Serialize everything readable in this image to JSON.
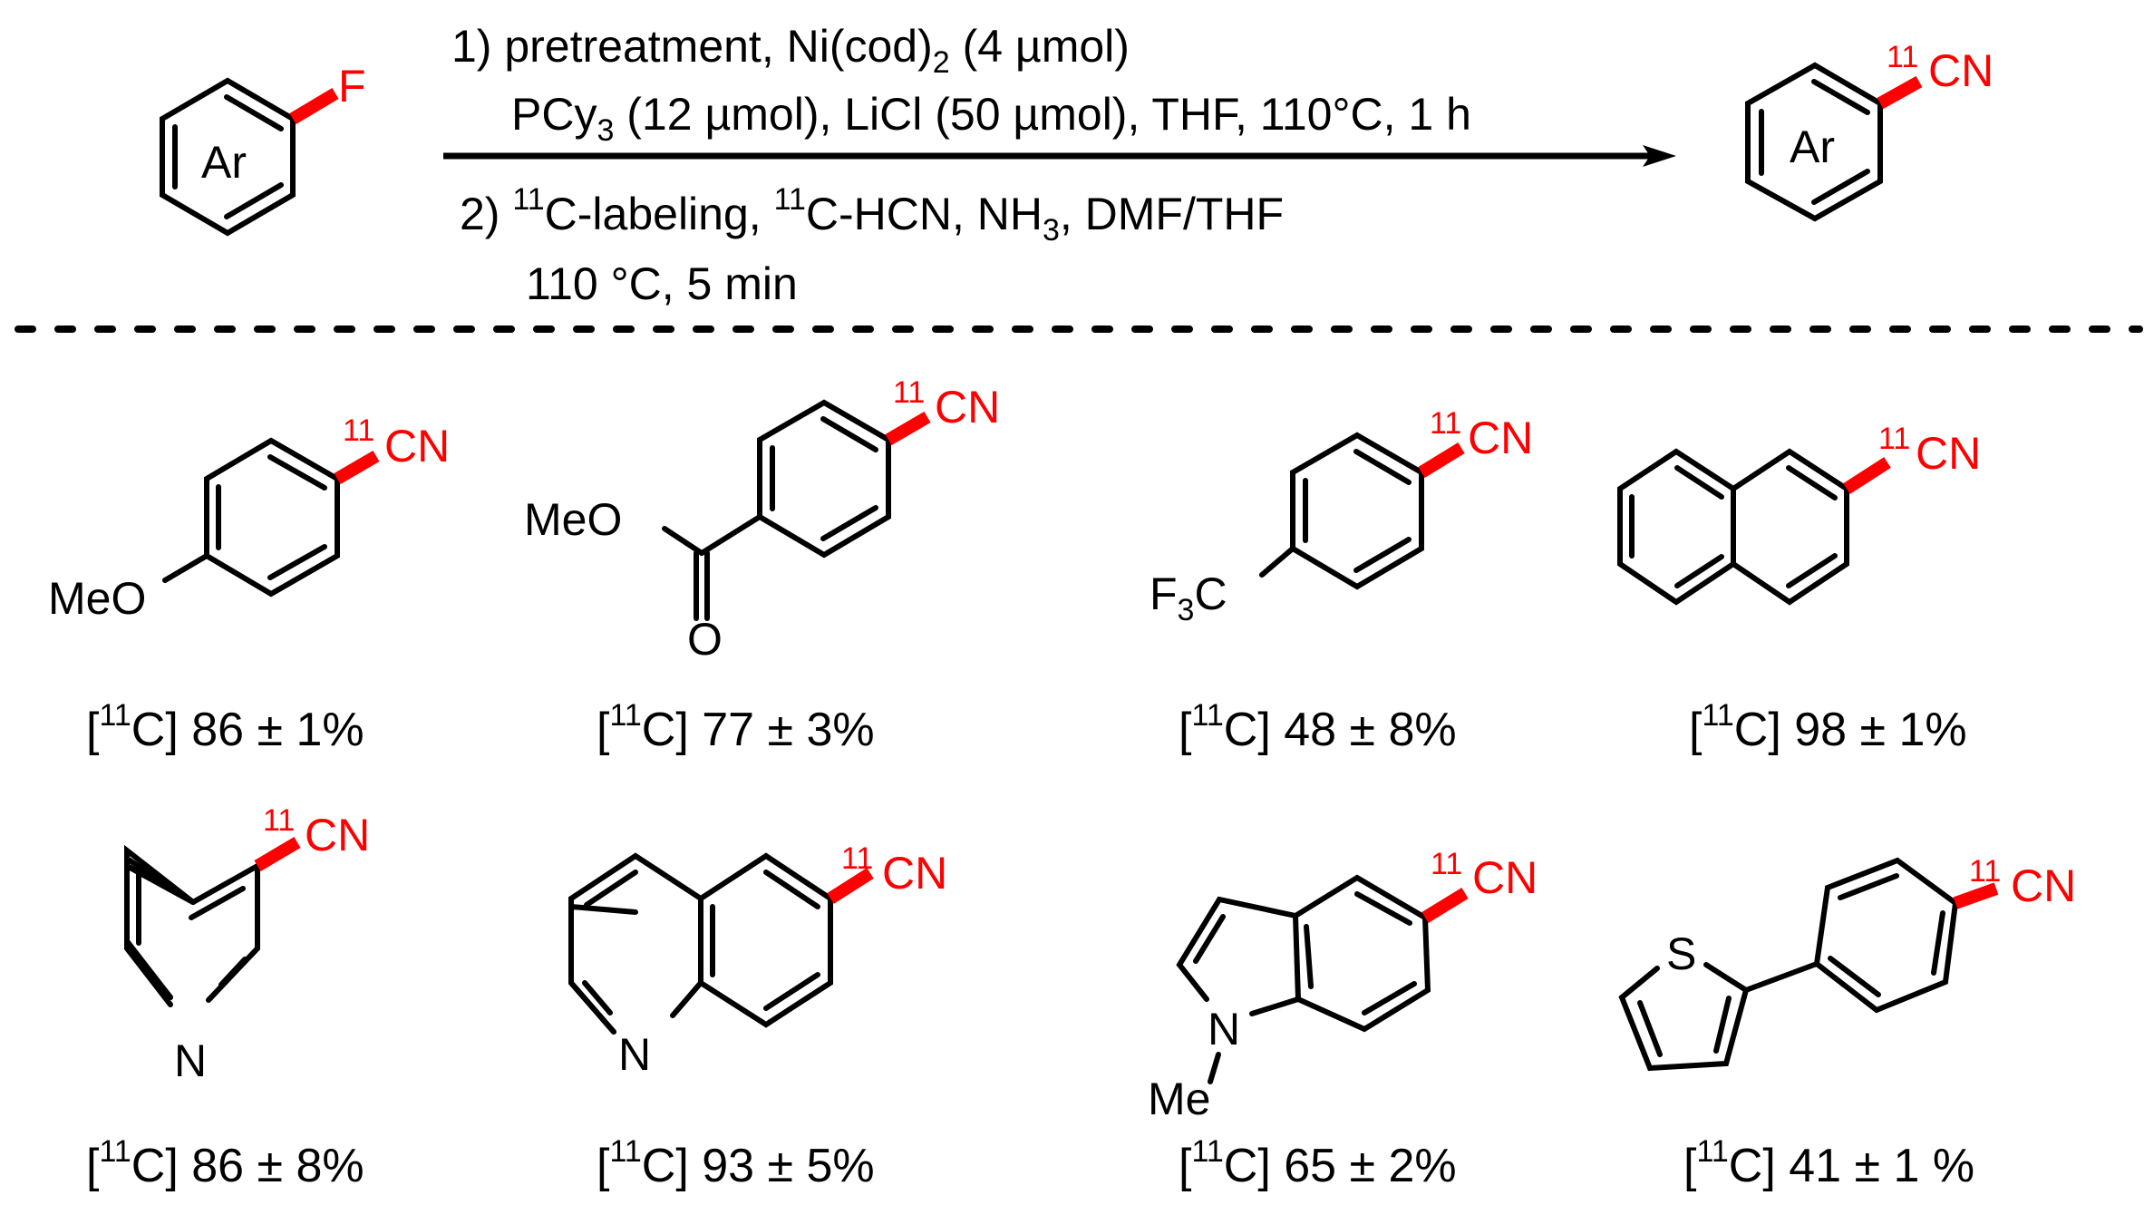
{
  "scheme": {
    "reactant": {
      "ring_label": "Ar",
      "leaving_group": "F"
    },
    "conditions": {
      "step1_line1": {
        "prefix": "1) pretreatment, Ni(cod)",
        "sub": "2",
        "suffix": " (4 µmol)"
      },
      "step1_line2": {
        "prefix": "PCy",
        "sub": "3",
        "suffix": " (12 µmol), LiCl (50 µmol), THF,  110°C,  1 h"
      },
      "step2_line1": {
        "prefix": "2) ",
        "sup1": "11",
        "mid1": "C-labeling, ",
        "sup2": "11",
        "mid2": "C-HCN, NH",
        "sub": "3",
        "suffix": ", DMF/THF"
      },
      "step2_line2": "110 °C, 5 min"
    },
    "product": {
      "ring_label": "Ar",
      "label_sup": "11",
      "label_group": "CN"
    },
    "colors": {
      "label": "#ff0000",
      "bonds": "#000000"
    }
  },
  "substrates": [
    {
      "id": "4-methoxybenzonitrile",
      "substituent": "MeO",
      "nitrile_sup": "11",
      "nitrile": "CN",
      "yield_sup": "11",
      "yield_el": "C",
      "yield_value": "86 ± 1%"
    },
    {
      "id": "methyl-4-cyanobenzoate",
      "substituent": "MeO",
      "carbonyl_O": "O",
      "nitrile_sup": "11",
      "nitrile": "CN",
      "yield_sup": "11",
      "yield_el": "C",
      "yield_value": "77 ± 3%"
    },
    {
      "id": "4-trifluoromethylbenzonitrile",
      "substituent_F": "F",
      "substituent_sub": "3",
      "substituent_C": "C",
      "nitrile_sup": "11",
      "nitrile": "CN",
      "yield_sup": "11",
      "yield_el": "C",
      "yield_value": "48 ± 8%"
    },
    {
      "id": "2-naphthonitrile",
      "nitrile_sup": "11",
      "nitrile": "CN",
      "yield_sup": "11",
      "yield_el": "C",
      "yield_value": "98 ± 1%"
    },
    {
      "id": "nicotinonitrile",
      "heteroatom": "N",
      "nitrile_sup": "11",
      "nitrile": "CN",
      "yield_sup": "11",
      "yield_el": "C",
      "yield_value": "86 ± 8%"
    },
    {
      "id": "quinoline-6-carbonitrile",
      "heteroatom": "N",
      "nitrile_sup": "11",
      "nitrile": "CN",
      "yield_sup": "11",
      "yield_el": "C",
      "yield_value": "93 ± 5%"
    },
    {
      "id": "1-methylindole-5-carbonitrile",
      "heteroatom": "N",
      "n_substituent": "Me",
      "nitrile_sup": "11",
      "nitrile": "CN",
      "yield_sup": "11",
      "yield_el": "C",
      "yield_value": "65 ± 2%"
    },
    {
      "id": "4-(thiophen-2-yl)benzonitrile",
      "heteroatom": "S",
      "nitrile_sup": "11",
      "nitrile": "CN",
      "yield_sup": "11",
      "yield_el": "C",
      "yield_value": "41 ± 1 %"
    }
  ]
}
